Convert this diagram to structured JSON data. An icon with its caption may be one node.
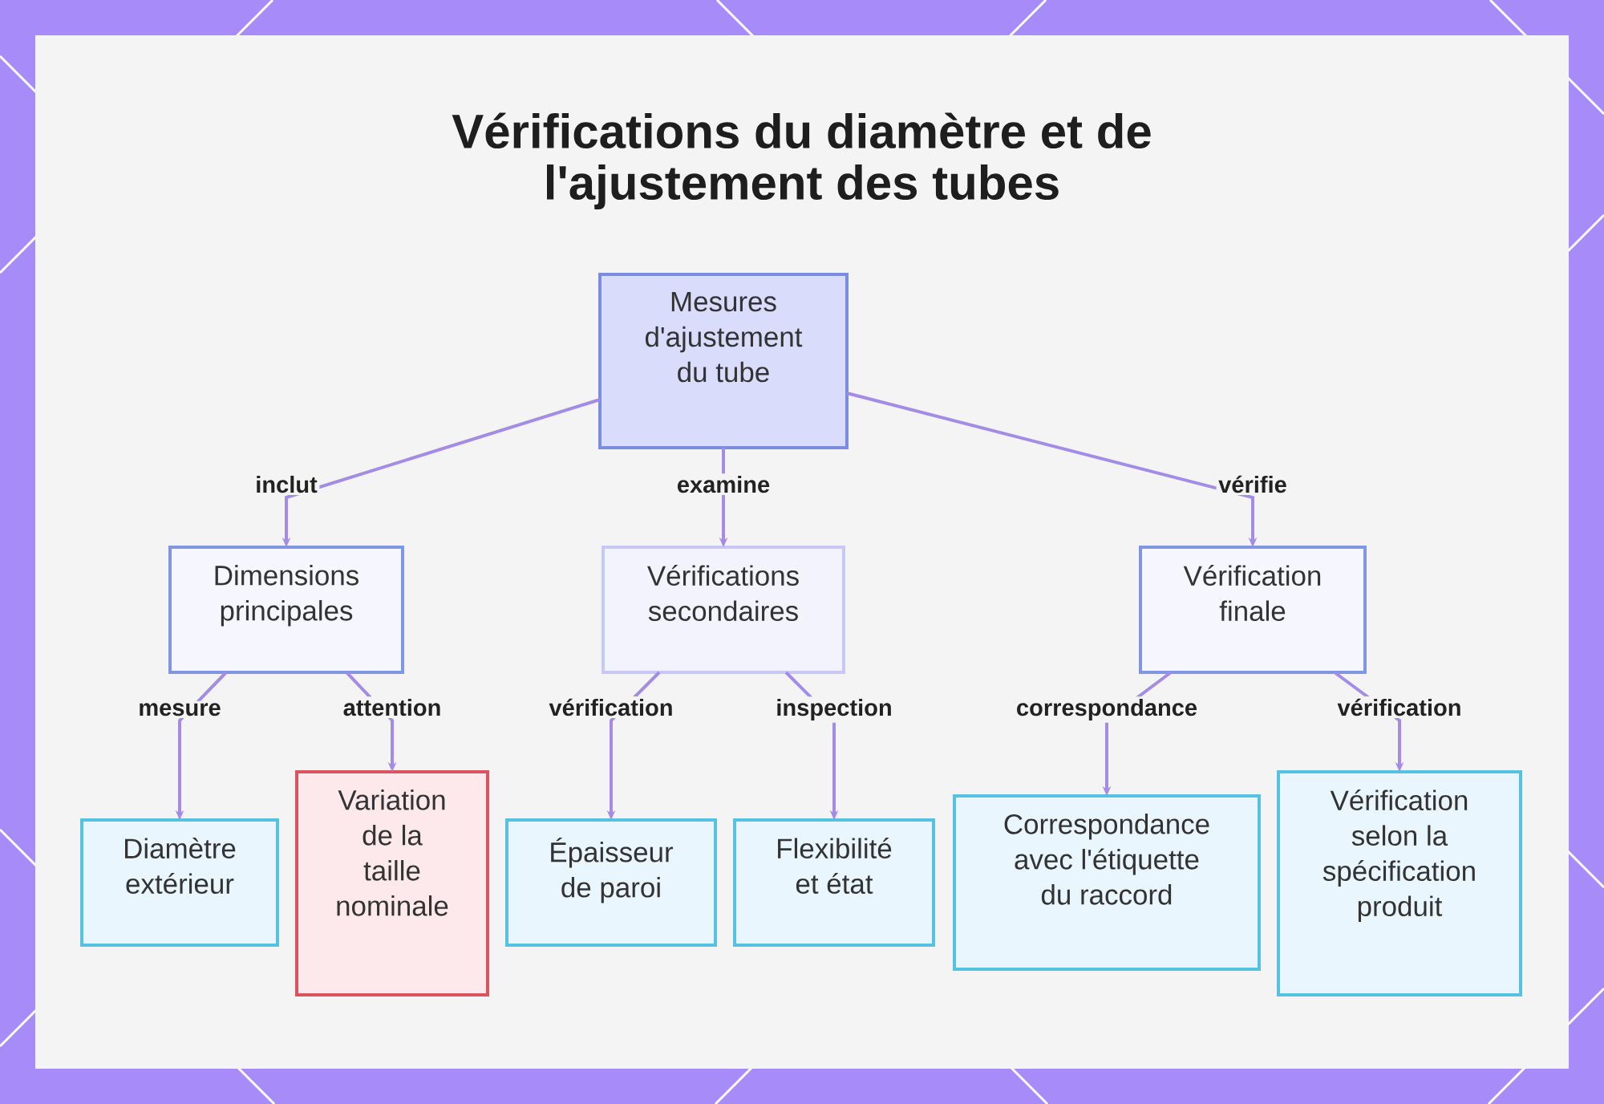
{
  "diagram": {
    "title": "Vérifications du diamètre et de l'ajustement des tubes",
    "nodes": [
      {
        "text": [
          "Mesures d'ajustement du tube"
        ]
      },
      {
        "text": [
          "Dimensions principales"
        ]
      },
      {
        "text": [
          "Vérifications secondaires"
        ]
      },
      {
        "text": [
          "Vérification finale"
        ]
      },
      {
        "text": [
          "Diamètre extérieur"
        ]
      },
      {
        "text": [
          "Variation de la taille nominale"
        ]
      },
      {
        "text": [
          "Épaisseur de paroi"
        ]
      },
      {
        "text": [
          "Flexibilité et état"
        ]
      },
      {
        "text": [
          "Correspondance avec l'étiquette du raccord"
        ]
      },
      {
        "text": [
          "Vérification selon la spécification produit"
        ]
      }
    ],
    "edges": [
      {
        "from": 0,
        "to": 1,
        "arrow": "to",
        "label": "inclut"
      },
      {
        "from": 0,
        "to": 2,
        "arrow": "to",
        "label": "examine"
      },
      {
        "from": 0,
        "to": 3,
        "arrow": "to",
        "label": "vérifie"
      },
      {
        "from": 1,
        "to": 4,
        "arrow": "to",
        "label": "mesure"
      },
      {
        "from": 1,
        "to": 5,
        "arrow": "to",
        "label": "attention"
      },
      {
        "from": 2,
        "to": 6,
        "arrow": "to",
        "label": "vérification"
      },
      {
        "from": 2,
        "to": 7,
        "arrow": "to",
        "label": "inspection"
      },
      {
        "from": 3,
        "to": 8,
        "arrow": "to",
        "label": "correspondance"
      },
      {
        "from": 3,
        "to": 9,
        "arrow": "to",
        "label": "vérification"
      }
    ]
  }
}
